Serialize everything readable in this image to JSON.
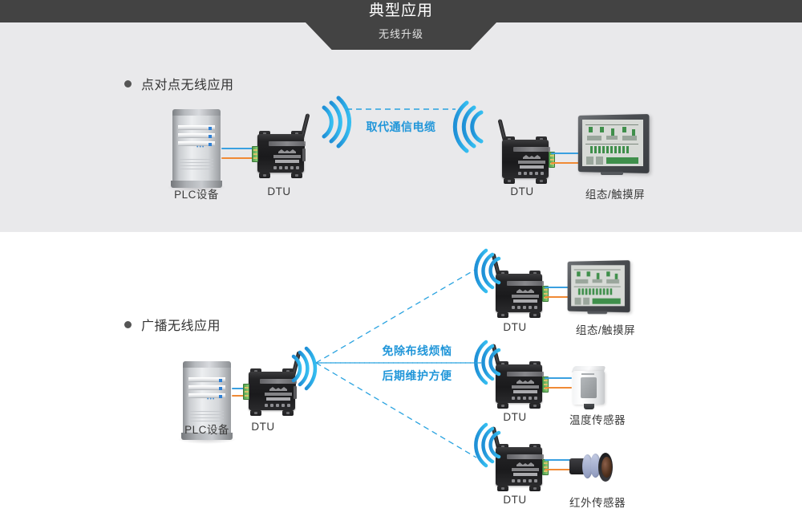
{
  "header": {
    "title": "典型应用",
    "subtitle": "无线升级"
  },
  "sections": [
    {
      "id": "point-to-point",
      "bullet_label": "点对点无线应用",
      "caption_lines": [
        "取代通信电缆"
      ],
      "devices": [
        {
          "name": "plc-device",
          "label": "PLC设备"
        },
        {
          "name": "dtu-transmitter",
          "label": "DTU"
        },
        {
          "name": "dtu-receiver",
          "label": "DTU"
        },
        {
          "name": "hmi-screen",
          "label": "组态/触摸屏"
        }
      ]
    },
    {
      "id": "broadcast",
      "bullet_label": "广播无线应用",
      "caption_lines": [
        "免除布线烦恼",
        "后期维护方便"
      ],
      "devices": [
        {
          "name": "plc-device",
          "label": "PLC设备"
        },
        {
          "name": "dtu-transmitter",
          "label": "DTU"
        },
        {
          "name": "dtu-receiver-hmi",
          "label": "DTU"
        },
        {
          "name": "hmi-screen",
          "label": "组态/触摸屏"
        },
        {
          "name": "dtu-receiver-temp",
          "label": "DTU"
        },
        {
          "name": "temperature-sensor",
          "label": "温度传感器"
        },
        {
          "name": "dtu-receiver-ir",
          "label": "DTU"
        },
        {
          "name": "infrared-sensor",
          "label": "红外传感器"
        }
      ]
    }
  ],
  "colors": {
    "header_bar": "#434343",
    "section1_bg": "#e9e9eb",
    "section2_bg": "#ffffff",
    "accent_blue": "#2196d9",
    "wifi_blue_dark": "#1f8fd6",
    "wifi_blue_light": "#35bdf0",
    "cable_blue": "#3aa0e0",
    "cable_orange": "#f08a35",
    "label_text": "#3a3a3a"
  }
}
